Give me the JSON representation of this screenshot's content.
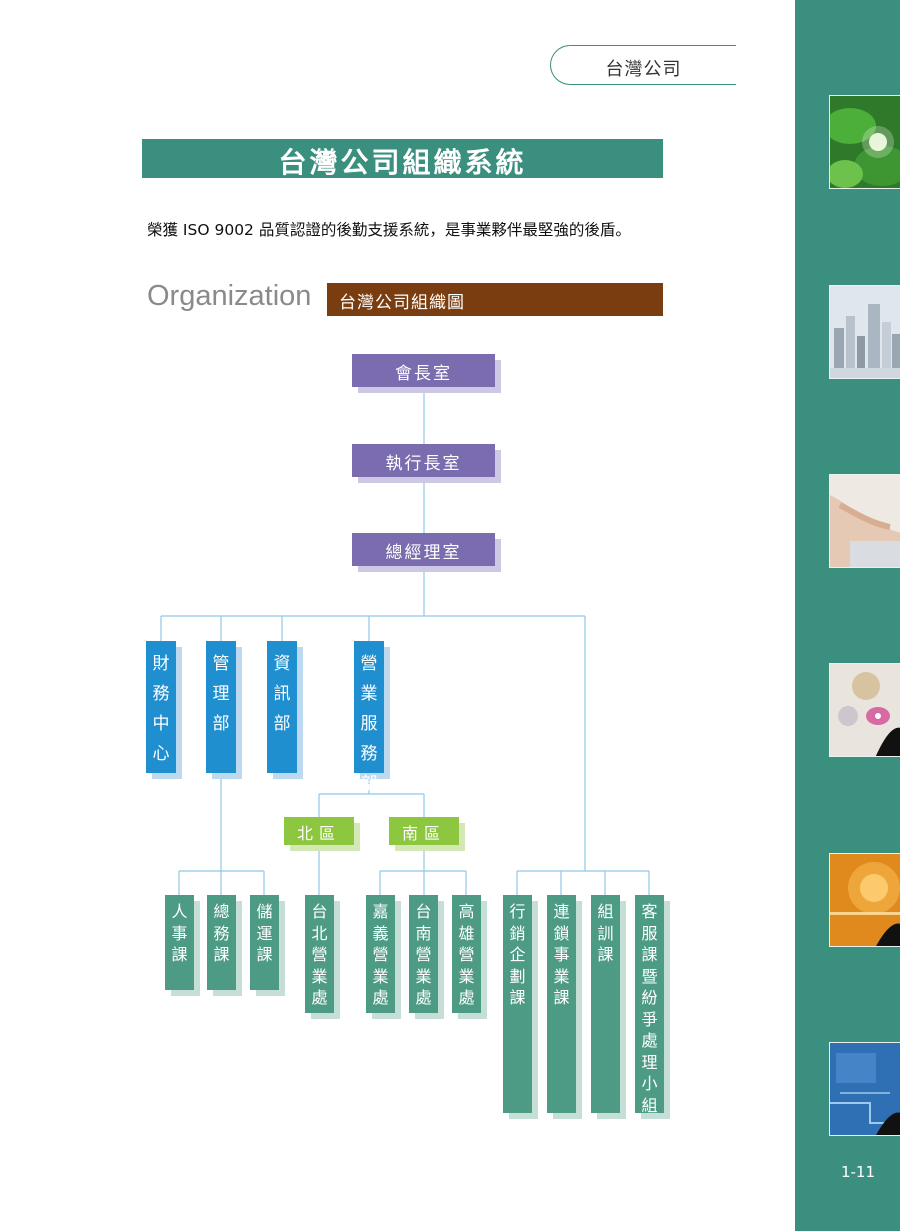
{
  "header": {
    "company_tab": "台灣公司"
  },
  "title": "台灣公司組織系統",
  "tagline": "榮獲 ISO 9002 品質認證的後勤支援系統，是事業夥伴最堅強的後盾。",
  "section": {
    "org_word": "Organization",
    "chart_title": "台灣公司組織圖"
  },
  "org": {
    "chairman": "會長室",
    "ceo": "執行長室",
    "gm": "總經理室",
    "departments": {
      "finance": "財務中心",
      "management": "管理部",
      "it": "資訊部",
      "sales": "營業服務部"
    },
    "management_sections": [
      "人事課",
      "總務課",
      "儲運課"
    ],
    "regions": {
      "north": "北區",
      "south": "南區"
    },
    "north_offices": [
      "台北營業處"
    ],
    "south_offices": [
      "嘉義營業處",
      "台南營業處",
      "高雄營業處"
    ],
    "gm_sections": [
      "行銷企劃課",
      "連鎖事業課",
      "組訓課",
      "客服課暨紛爭處理小組"
    ]
  },
  "page_number": "1-11",
  "colors": {
    "teal": "#3a8f7e",
    "brown": "#7a3d10",
    "purple": "#7a6cae",
    "blue": "#1f8fd0",
    "green": "#8dc63f",
    "section_green": "#4e9b85",
    "line": "#8fc8e6"
  },
  "sidebar_images": [
    "green-leaf-image",
    "city-skyline-image",
    "typing-hands-image",
    "spa-orchid-image",
    "orange-tech-image",
    "blue-circuit-image"
  ]
}
